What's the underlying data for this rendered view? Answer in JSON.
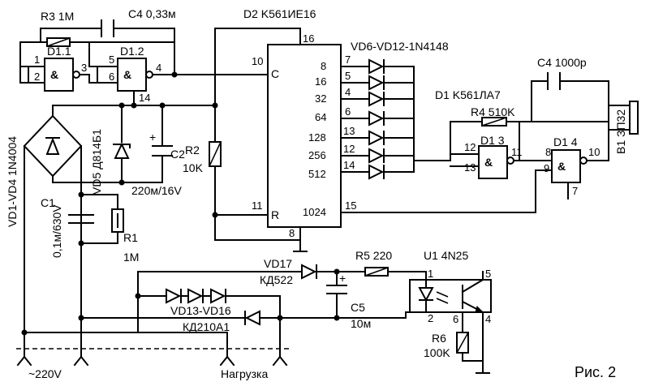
{
  "labels": {
    "r3": "R3 1M",
    "c4a": "C4 0,33м",
    "d2": "D2 K561ИЕ16",
    "vd6": "VD6-VD12-1N4148",
    "d1chip": "D1 K561ЛА7",
    "c4b": "C4 1000p",
    "r4": "R4 510K",
    "b1": "B1 ЗП32",
    "d11": "D1.1",
    "d12": "D1.2",
    "d13": "D1 3",
    "d14": "D1 4",
    "vd1": "VD1-VD4 1N4004",
    "vd5": "VD5 Д814Б1",
    "c2": "C2",
    "c2v": "220м/16V",
    "r2": "R2",
    "r2v": "10K",
    "c1": "C1",
    "c1v": "0,1м/630V",
    "r1": "R1",
    "r1v": "1M",
    "vd17": "VD17",
    "vd17t": "КД522",
    "r5": "R5 220",
    "u1": "U1 4N25",
    "vd13": "VD13-VD16",
    "vd13t": "КД210А1",
    "c5": "C5",
    "c5v": "10м",
    "r6": "R6",
    "r6v": "100K",
    "mains": "~220V",
    "load": "Нагрузка",
    "fig": "Рис. 2",
    "amp": "&",
    "plus": "+",
    "c_pin": "C",
    "r_pin": "R"
  },
  "pins": {
    "g11_in1": "1",
    "g11_in2": "2",
    "g11_out": "3",
    "g12_in1": "5",
    "g12_in2": "6",
    "g12_out": "4",
    "g12_vcc": "14",
    "d2_16": "16",
    "d2_10": "10",
    "d2_11": "11",
    "d2_8": "8",
    "q8": "8",
    "q16": "16",
    "q32": "32",
    "q64": "64",
    "q128": "128",
    "q256": "256",
    "q512": "512",
    "q1024": "1024",
    "p8": "7",
    "p16": "5",
    "p32": "4",
    "p64": "6",
    "p128": "13",
    "p256": "12",
    "p512": "14",
    "p1024": "15",
    "g13_in1": "12",
    "g13_in2": "13",
    "g13_out": "11",
    "g14_in1": "8",
    "g14_in2": "9",
    "g14_out": "10",
    "g14_gnd": "7",
    "u1_1": "1",
    "u1_2": "2",
    "u1_4": "4",
    "u1_5": "5",
    "u1_6": "6"
  }
}
